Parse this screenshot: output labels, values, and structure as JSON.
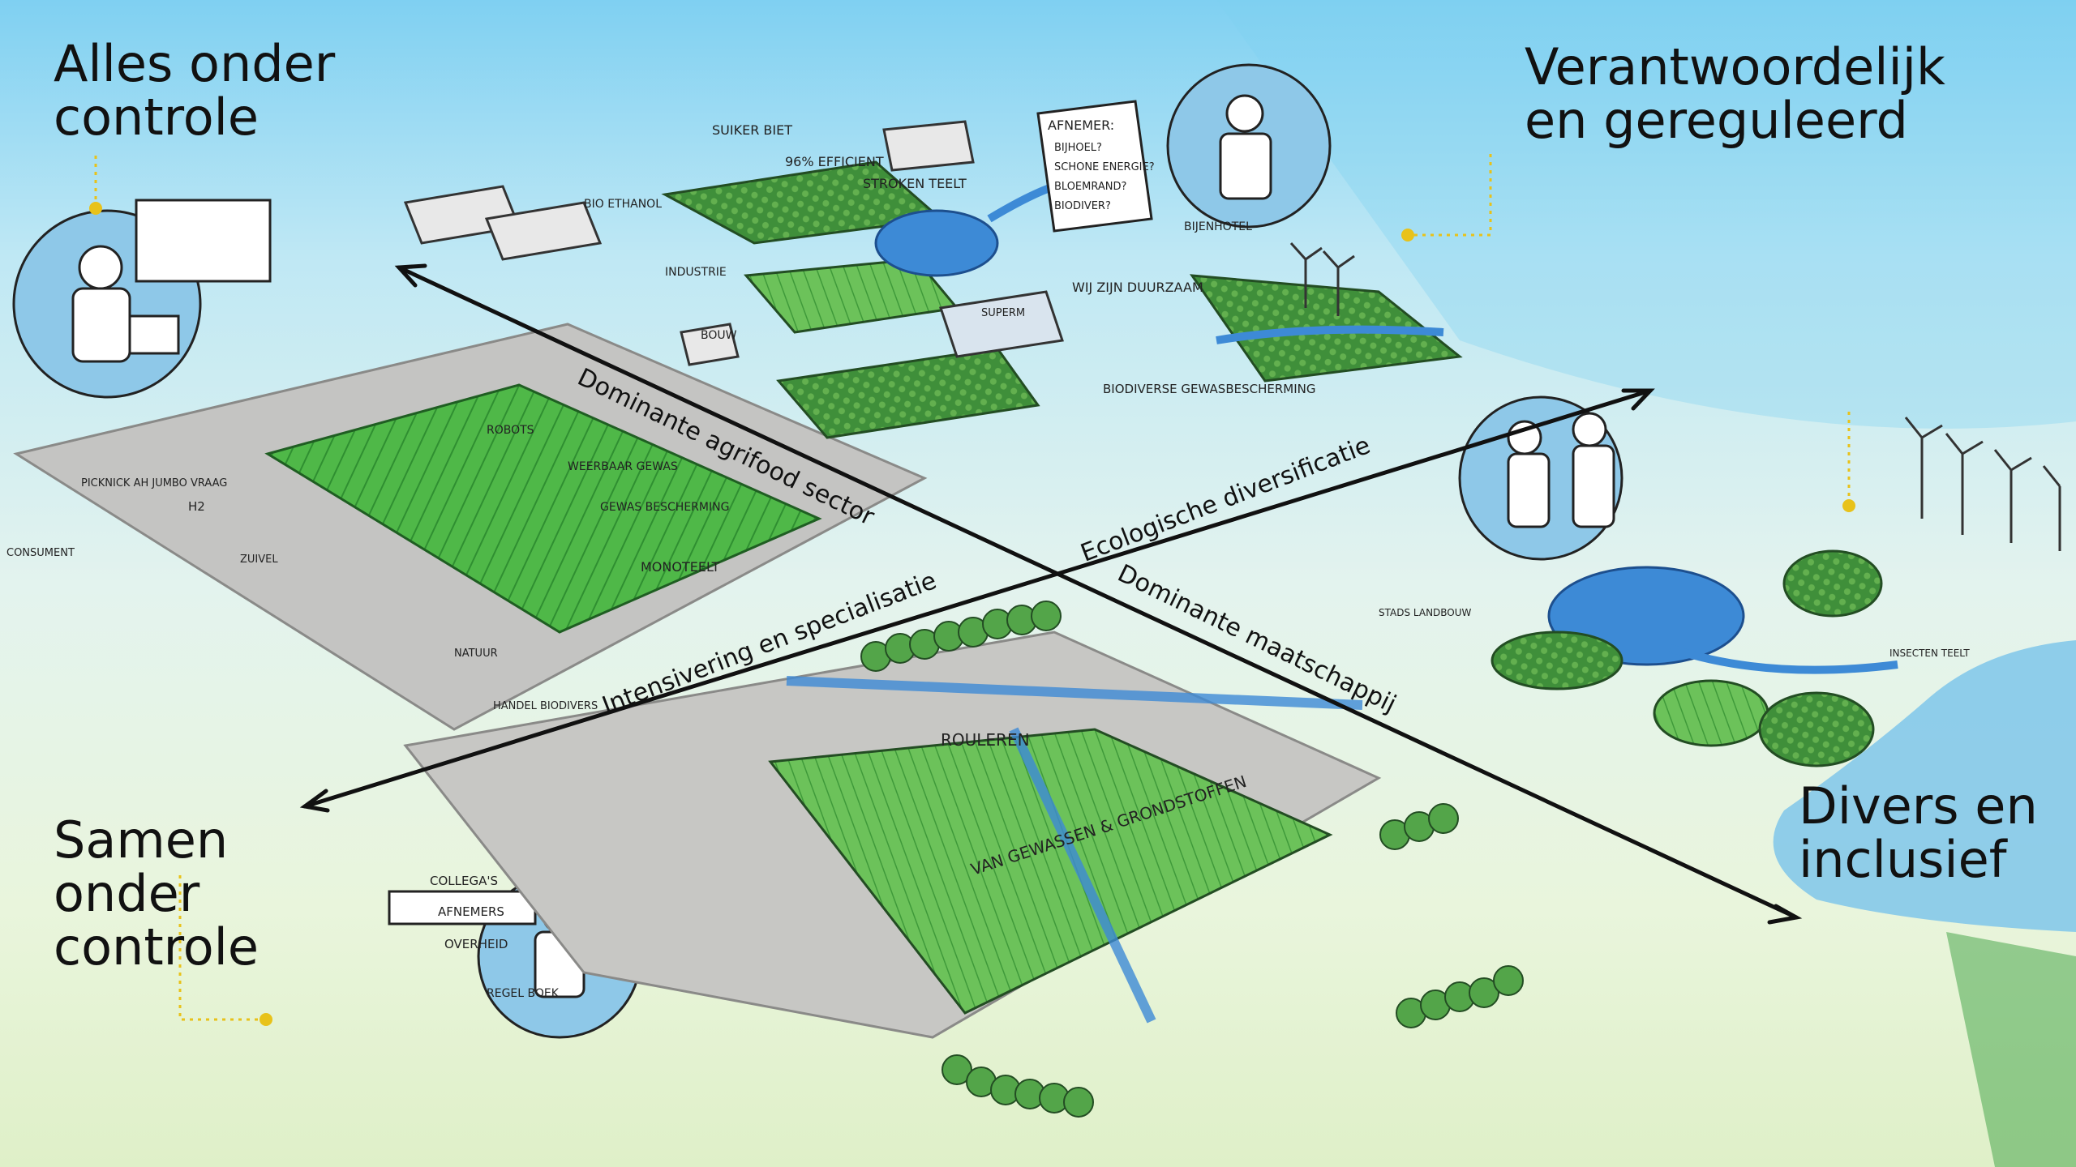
{
  "quadrants": {
    "top_left": {
      "line1": "Alles onder",
      "line2": "controle"
    },
    "top_right": {
      "line1": "Verantwoordelijk",
      "line2": "en gereguleerd"
    },
    "bottom_left": {
      "line1": "Samen",
      "line2": "onder",
      "line3": "controle"
    },
    "bottom_right": {
      "line1": "Divers en",
      "line2": "inclusief"
    }
  },
  "axes": {
    "dominante_agrifood": "Dominante agrifood sector",
    "dominante_maatschappij": "Dominante maatschappij",
    "ecologische": "Ecologische diversificatie",
    "intensivering": "Intensivering en specialisatie"
  },
  "sketch_labels": {
    "suikerbiet": "SUIKER BIET",
    "efficient": "96% EFFICIENT",
    "strokenteelt": "STROKEN TEELT",
    "industrie": "INDUSTRIE",
    "bio_ethanol": "BIO ETHANOL",
    "wij_zijn_duurzaam": "WIJ ZIJN DUURZAAM",
    "bijenhotel": "BIJENHOTEL",
    "bouw": "BOUW",
    "super": "SUPERM",
    "biodiverse": "BIODIVERSE GEWASBESCHERMING",
    "afnemer_title": "AFNEMER:",
    "afnemer_items": [
      "BIJHOEL?",
      "SCHONE ENERGIE?",
      "BLOEMRAND?",
      "BIODIVER?"
    ],
    "robots": "ROBOTS",
    "weerbaar_gewas": "WEERBAAR GEWAS",
    "gewasbescherming": "GEWAS BESCHERMING",
    "monoteelt": "MONOTEELT",
    "zuivel": "ZUIVEL",
    "natuur": "NATUUR",
    "handel_biodivers": "HANDEL BIODIVERS",
    "consument": "CONSUMENT",
    "picknick": "PICKNICK AH JUMBO VRAAG",
    "roteren": "ROULEREN",
    "van_gewassen": "VAN GEWASSEN & GRONDSTOFFEN",
    "collegas": "COLLEGA'S",
    "afnemers": "AFNEMERS",
    "overheid": "OVERHEID",
    "regelboek": "REGEL BOEK",
    "insectenteelt": "INSECTEN TEELT",
    "stadslandbouw": "STADS LANDBOUW",
    "h2": "H2"
  }
}
